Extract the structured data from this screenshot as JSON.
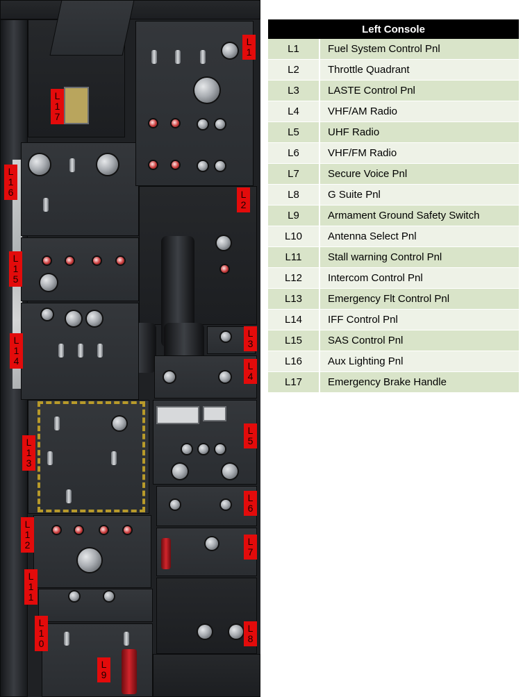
{
  "table": {
    "title": "Left Console",
    "rows": [
      {
        "code": "L1",
        "name": "Fuel System Control Pnl"
      },
      {
        "code": "L2",
        "name": "Throttle Quadrant"
      },
      {
        "code": "L3",
        "name": "LASTE Control Pnl"
      },
      {
        "code": "L4",
        "name": "VHF/AM Radio"
      },
      {
        "code": "L5",
        "name": "UHF Radio"
      },
      {
        "code": "L6",
        "name": "VHF/FM Radio"
      },
      {
        "code": "L7",
        "name": "Secure Voice Pnl"
      },
      {
        "code": "L8",
        "name": "G Suite Pnl"
      },
      {
        "code": "L9",
        "name": "Armament Ground Safety Switch"
      },
      {
        "code": "L10",
        "name": "Antenna Select Pnl"
      },
      {
        "code": "L11",
        "name": "Stall warning Control Pnl"
      },
      {
        "code": "L12",
        "name": "Intercom Control Pnl"
      },
      {
        "code": "L13",
        "name": "Emergency Flt Control Pnl"
      },
      {
        "code": "L14",
        "name": "IFF Control Pnl"
      },
      {
        "code": "L15",
        "name": "SAS Control Pnl"
      },
      {
        "code": "L16",
        "name": "Aux Lighting Pnl"
      },
      {
        "code": "L17",
        "name": "Emergency Brake Handle"
      }
    ]
  },
  "callouts": {
    "l1": "L\n1",
    "l2": "L\n2",
    "l3": "L\n3",
    "l4": "L\n4",
    "l5": "L\n5",
    "l6": "L\n6",
    "l7": "L\n7",
    "l8": "L\n8",
    "l9": "L\n9",
    "l10": "L\n1\n0",
    "l11": "L\n1\n1",
    "l12": "L\n1\n2",
    "l13": "L\n1\n3",
    "l14": "L\n1\n4",
    "l15": "L\n1\n5",
    "l16": "L\n1\n6",
    "l17": "L\n1\n7"
  },
  "colors": {
    "header_bg": "#000000",
    "row_odd": "#d9e4c9",
    "row_even": "#eef2e7",
    "callout_red": "#e30b0b"
  }
}
